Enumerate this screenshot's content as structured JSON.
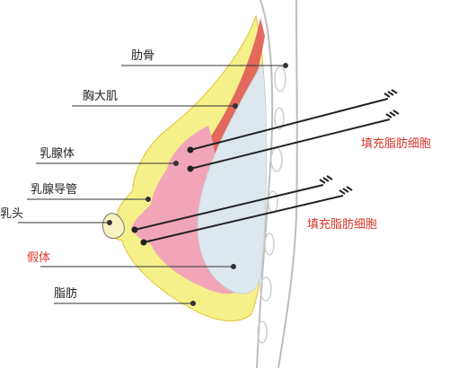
{
  "labels": {
    "rib": "肋骨",
    "pectoralis_major": "胸大肌",
    "mammary_gland": "乳腺体",
    "milk_duct": "乳腺导管",
    "nipple": "乳头",
    "implant": "假体",
    "fat": "脂肪",
    "fat_cell_fill_upper": "填充脂肪细胞",
    "fat_cell_fill_lower": "填充脂肪细胞"
  },
  "colors": {
    "label_text": "#222222",
    "highlight_text": "#d9362b",
    "muscle": "#e05a55",
    "gland": "#f2a5b8",
    "fat": "#f5f08a",
    "implant": "#dde8ee",
    "skin_outline": "#bbbbbb",
    "needle": "#222222"
  },
  "icons": {
    "needle": "injection-needle-icon"
  }
}
